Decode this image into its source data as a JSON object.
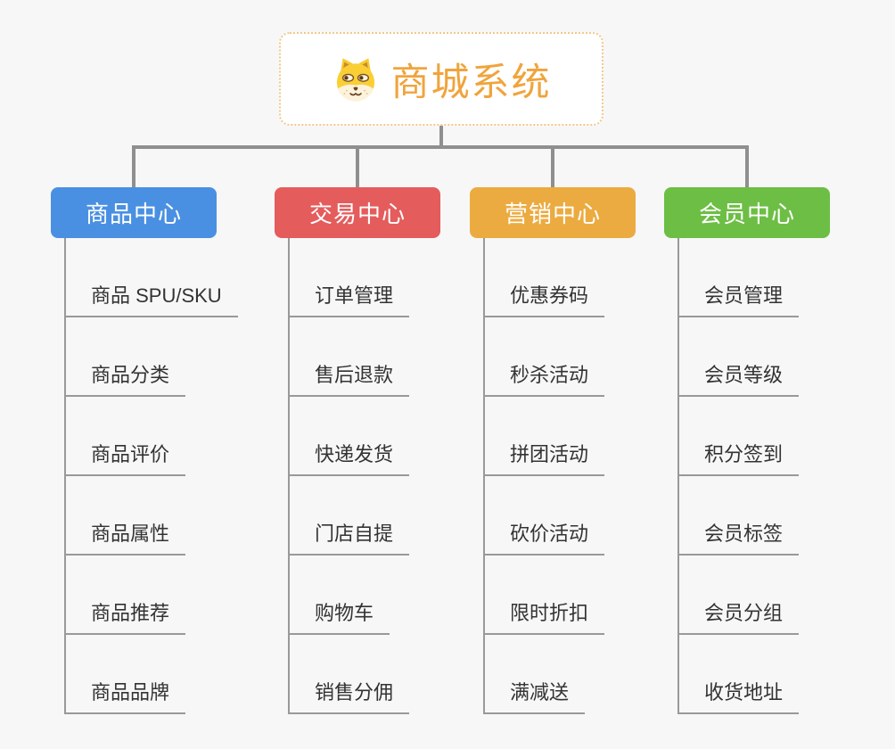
{
  "root": {
    "title": "商城系统",
    "icon": "shiba-dog-icon",
    "title_color": "#f0a43c"
  },
  "branches": [
    {
      "id": "product",
      "label": "商品中心",
      "color": "#4a90e2",
      "children": [
        "商品 SPU/SKU",
        "商品分类",
        "商品评价",
        "商品属性",
        "商品推荐",
        "商品品牌"
      ]
    },
    {
      "id": "trade",
      "label": "交易中心",
      "color": "#e45c5c",
      "children": [
        "订单管理",
        "售后退款",
        "快递发货",
        "门店自提",
        "购物车",
        "销售分佣"
      ]
    },
    {
      "id": "marketing",
      "label": "营销中心",
      "color": "#ecab40",
      "children": [
        "优惠券码",
        "秒杀活动",
        "拼团活动",
        "砍价活动",
        "限时折扣",
        "满减送"
      ]
    },
    {
      "id": "member",
      "label": "会员中心",
      "color": "#6dbe45",
      "children": [
        "会员管理",
        "会员等级",
        "积分签到",
        "会员标签",
        "会员分组",
        "收货地址"
      ]
    }
  ],
  "connector_color": "#8f8f8f",
  "leaf_line_color": "#999999"
}
